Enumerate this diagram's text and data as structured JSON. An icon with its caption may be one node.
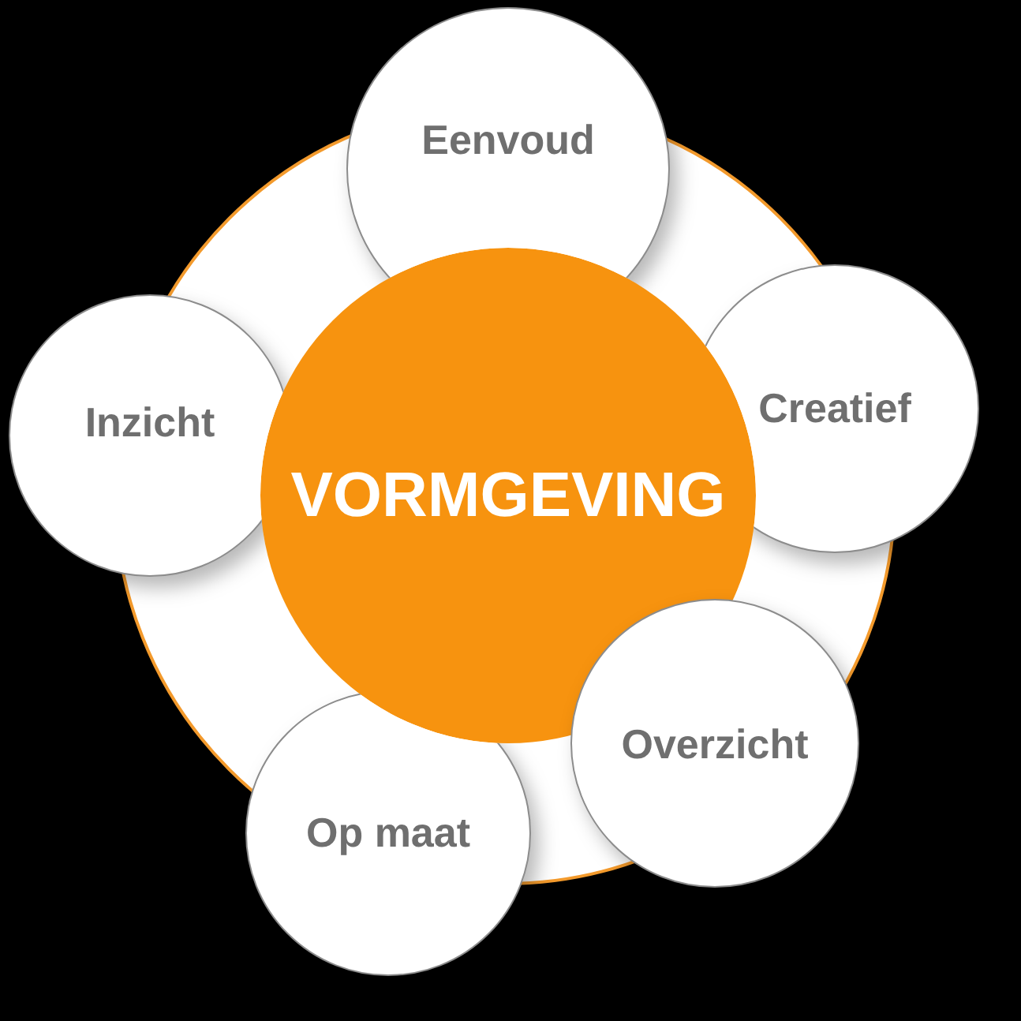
{
  "diagram": {
    "nodes": [
      {
        "text": [
          "VORMGEVING"
        ]
      },
      {
        "text": [
          "Eenvoud"
        ]
      },
      {
        "text": [
          "Creatief"
        ]
      },
      {
        "text": [
          "Overzicht"
        ]
      },
      {
        "text": [
          "Op maat"
        ]
      },
      {
        "text": [
          "Inzicht"
        ]
      }
    ]
  }
}
